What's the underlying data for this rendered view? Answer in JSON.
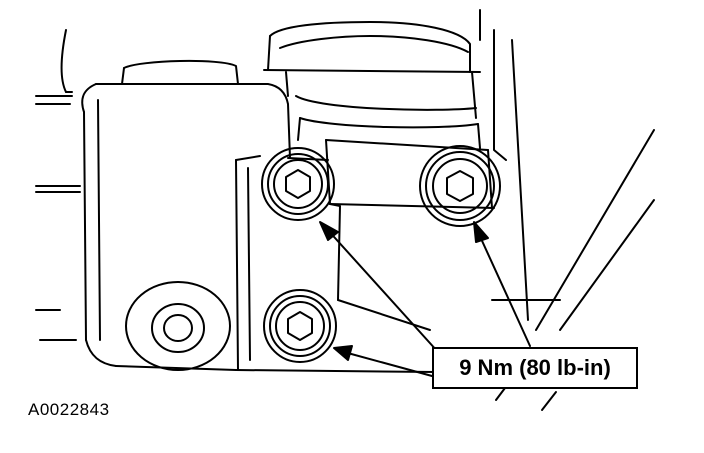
{
  "callout": {
    "torque_label": "9 Nm (80 lb-in)"
  },
  "figure": {
    "id": "A0022843"
  },
  "parts": {
    "bolts": [
      "upper-left-bolt",
      "upper-right-bolt",
      "lower-bolt"
    ],
    "fitting": "round-fitting-icon"
  },
  "colors": {
    "line": "#000000",
    "background": "#ffffff"
  }
}
